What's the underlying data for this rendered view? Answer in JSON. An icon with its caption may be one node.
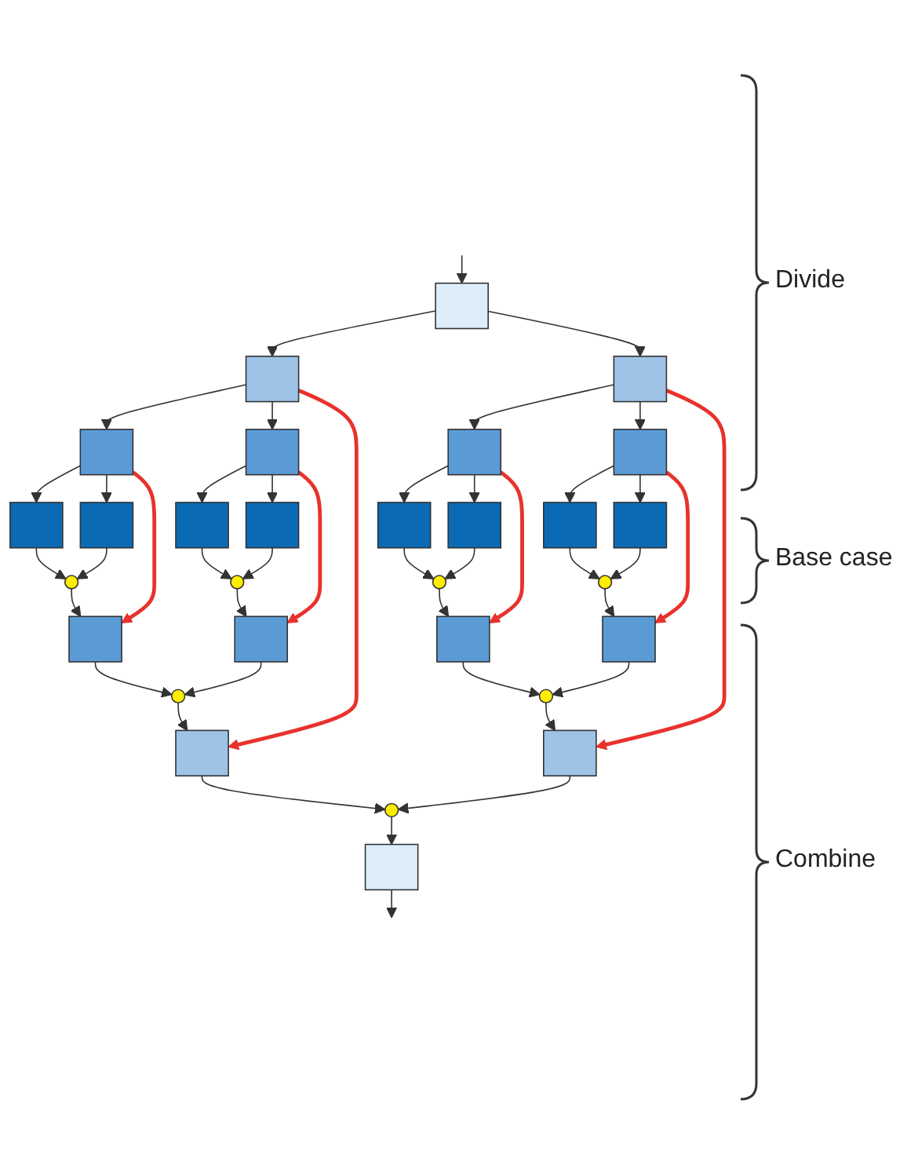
{
  "diagram": {
    "nodes": [
      {
        "text": [],
        "shape": "box"
      },
      {
        "text": [],
        "shape": "box"
      },
      {
        "text": [],
        "shape": "box"
      },
      {
        "text": [],
        "shape": "box"
      },
      {
        "text": [],
        "shape": "box"
      },
      {
        "text": [],
        "shape": "box"
      },
      {
        "text": [],
        "shape": "box"
      },
      {
        "text": [],
        "shape": "box"
      },
      {
        "text": [],
        "shape": "box"
      },
      {
        "text": [],
        "shape": "box"
      },
      {
        "text": [],
        "shape": "box"
      },
      {
        "text": [],
        "shape": "box"
      },
      {
        "text": [],
        "shape": "box"
      },
      {
        "text": [],
        "shape": "box"
      },
      {
        "text": [],
        "shape": "box"
      },
      {
        "text": [],
        "shape": "circle"
      },
      {
        "text": [],
        "shape": "circle"
      },
      {
        "text": [],
        "shape": "circle"
      },
      {
        "text": [],
        "shape": "circle"
      },
      {
        "text": [],
        "shape": "box"
      },
      {
        "text": [],
        "shape": "box"
      },
      {
        "text": [],
        "shape": "box"
      },
      {
        "text": [],
        "shape": "box"
      },
      {
        "text": [],
        "shape": "circle"
      },
      {
        "text": [],
        "shape": "circle"
      },
      {
        "text": [],
        "shape": "box"
      },
      {
        "text": [],
        "shape": "box"
      },
      {
        "text": [],
        "shape": "circle"
      },
      {
        "text": [],
        "shape": "box"
      }
    ],
    "edges": [
      {
        "from": null,
        "to": 0,
        "arrow": "to"
      },
      {
        "from": 0,
        "to": 1,
        "arrow": "to"
      },
      {
        "from": 0,
        "to": 2,
        "arrow": "to"
      },
      {
        "from": 1,
        "to": 3,
        "arrow": "to"
      },
      {
        "from": 1,
        "to": 4,
        "arrow": "to"
      },
      {
        "from": 2,
        "to": 5,
        "arrow": "to"
      },
      {
        "from": 2,
        "to": 6,
        "arrow": "to"
      },
      {
        "from": 3,
        "to": 7,
        "arrow": "to"
      },
      {
        "from": 3,
        "to": 8,
        "arrow": "to"
      },
      {
        "from": 4,
        "to": 9,
        "arrow": "to"
      },
      {
        "from": 4,
        "to": 10,
        "arrow": "to"
      },
      {
        "from": 5,
        "to": 11,
        "arrow": "to"
      },
      {
        "from": 5,
        "to": 12,
        "arrow": "to"
      },
      {
        "from": 6,
        "to": 13,
        "arrow": "to"
      },
      {
        "from": 6,
        "to": 14,
        "arrow": "to"
      },
      {
        "from": 7,
        "to": 15,
        "arrow": "to"
      },
      {
        "from": 8,
        "to": 15,
        "arrow": "to"
      },
      {
        "from": 9,
        "to": 16,
        "arrow": "to"
      },
      {
        "from": 10,
        "to": 16,
        "arrow": "to"
      },
      {
        "from": 11,
        "to": 17,
        "arrow": "to"
      },
      {
        "from": 12,
        "to": 17,
        "arrow": "to"
      },
      {
        "from": 13,
        "to": 18,
        "arrow": "to"
      },
      {
        "from": 14,
        "to": 18,
        "arrow": "to"
      },
      {
        "from": 15,
        "to": 19,
        "arrow": "to"
      },
      {
        "from": 16,
        "to": 20,
        "arrow": "to"
      },
      {
        "from": 17,
        "to": 21,
        "arrow": "to"
      },
      {
        "from": 18,
        "to": 22,
        "arrow": "to"
      },
      {
        "from": 19,
        "to": 23,
        "arrow": "to"
      },
      {
        "from": 20,
        "to": 23,
        "arrow": "to"
      },
      {
        "from": 21,
        "to": 24,
        "arrow": "to"
      },
      {
        "from": 22,
        "to": 24,
        "arrow": "to"
      },
      {
        "from": 23,
        "to": 25,
        "arrow": "to"
      },
      {
        "from": 24,
        "to": 26,
        "arrow": "to"
      },
      {
        "from": 25,
        "to": 27,
        "arrow": "to"
      },
      {
        "from": 26,
        "to": 27,
        "arrow": "to"
      },
      {
        "from": 27,
        "to": 28,
        "arrow": "to"
      },
      {
        "from": 28,
        "to": null,
        "arrow": "to"
      },
      {
        "from": 1,
        "to": 25,
        "arrow": "to",
        "style": "thick",
        "color": "#e8322c"
      },
      {
        "from": 2,
        "to": 26,
        "arrow": "to",
        "style": "thick",
        "color": "#e8322c"
      },
      {
        "from": 3,
        "to": 19,
        "arrow": "to",
        "style": "thick",
        "color": "#e8322c"
      },
      {
        "from": 4,
        "to": 20,
        "arrow": "to",
        "style": "thick",
        "color": "#e8322c"
      },
      {
        "from": 5,
        "to": 21,
        "arrow": "to",
        "style": "thick",
        "color": "#e8322c"
      },
      {
        "from": 6,
        "to": 22,
        "arrow": "to",
        "style": "thick",
        "color": "#e8322c"
      }
    ],
    "labels": [
      "Divide",
      "Base case",
      "Combine"
    ]
  }
}
